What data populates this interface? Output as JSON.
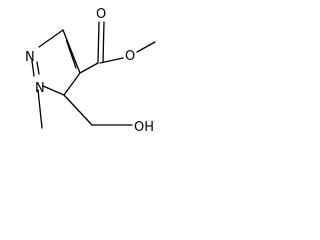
{
  "molecule": {
    "atoms": {
      "n2": "N",
      "n1": "N",
      "o_carbonyl": "O",
      "o_ester": "O",
      "oh": "OH"
    }
  },
  "colors": {
    "bond": "#000000",
    "label": "#000000",
    "background": "#ffffff"
  }
}
